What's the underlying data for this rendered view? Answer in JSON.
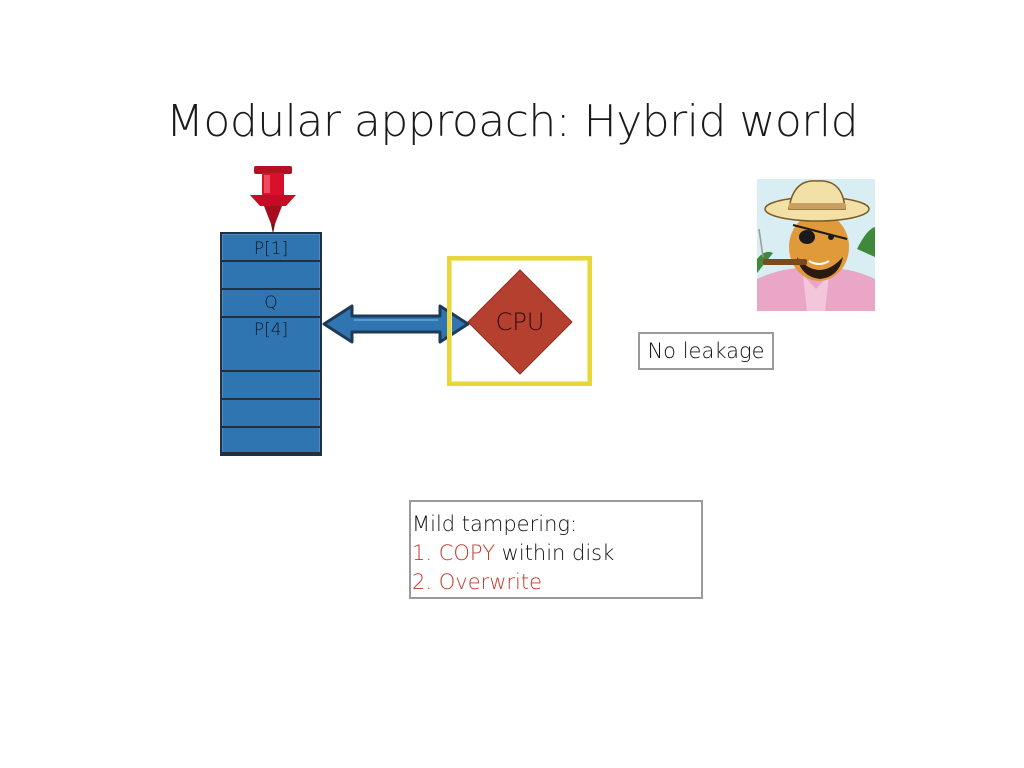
{
  "title": "Modular approach: Hybrid world",
  "disk": {
    "rows": [
      {
        "label": "P[1]"
      },
      {
        "label": ""
      },
      {
        "label": "Q"
      },
      {
        "label": "P[4]"
      },
      {
        "label": ""
      },
      {
        "label": ""
      },
      {
        "label": ""
      },
      {
        "label": ""
      }
    ]
  },
  "cpu": {
    "label": "CPU"
  },
  "leakage": {
    "label": "No leakage"
  },
  "tampering": {
    "heading": "Mild tampering:",
    "items": [
      {
        "number": "1.",
        "keyword": "COPY",
        "rest": " within disk"
      },
      {
        "number": "2.",
        "keyword": "Overwrite",
        "rest": ""
      }
    ]
  },
  "colors": {
    "disk_fill": "#2f75b2",
    "cpu_fill": "#b5402f",
    "cpu_frame": "#e9d63a",
    "arrow_fill": "#2f75b2",
    "pin": "#d8102c",
    "highlight_text": "#c0392b"
  },
  "icons": {
    "pin": "push-pin-icon",
    "adversary": "villain-portrait"
  }
}
